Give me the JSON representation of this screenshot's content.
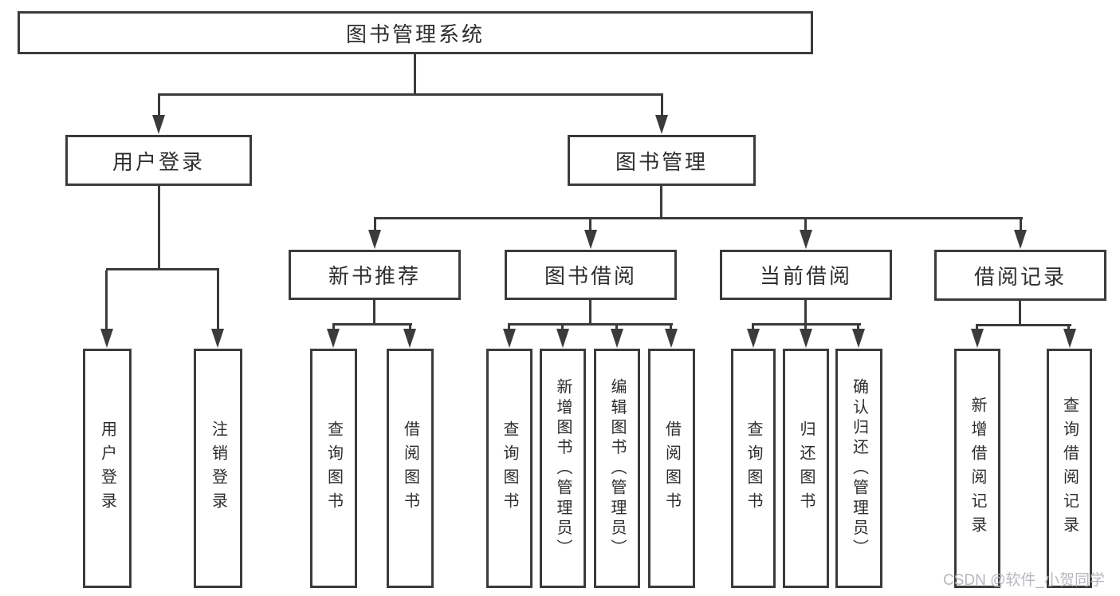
{
  "tree": {
    "root": {
      "label": "图书管理系统"
    },
    "branches": [
      {
        "label": "用户登录",
        "children": [
          {
            "label": "用户登录"
          },
          {
            "label": "注销登录"
          }
        ]
      },
      {
        "label": "图书管理",
        "children": [
          {
            "label": "新书推荐",
            "children": [
              {
                "label": "查询图书"
              },
              {
                "label": "借阅图书"
              }
            ]
          },
          {
            "label": "图书借阅",
            "children": [
              {
                "label": "查询图书"
              },
              {
                "label": "新增图书（管理员）"
              },
              {
                "label": "编辑图书（管理员）"
              },
              {
                "label": "借阅图书"
              }
            ]
          },
          {
            "label": "当前借阅",
            "children": [
              {
                "label": "查询图书"
              },
              {
                "label": "归还图书"
              },
              {
                "label": "确认归还（管理员）"
              }
            ]
          },
          {
            "label": "借阅记录",
            "children": [
              {
                "label": "新增借阅记录"
              },
              {
                "label": "查询借阅记录"
              }
            ]
          }
        ]
      }
    ]
  },
  "watermark": {
    "text": "CSDN @软件_小贺同学"
  },
  "colors": {
    "line": "#3b3b3b",
    "box_border": "#3b3b3b",
    "text": "#2e2e2e",
    "watermark": "#b6b8bd",
    "background": "#ffffff"
  }
}
